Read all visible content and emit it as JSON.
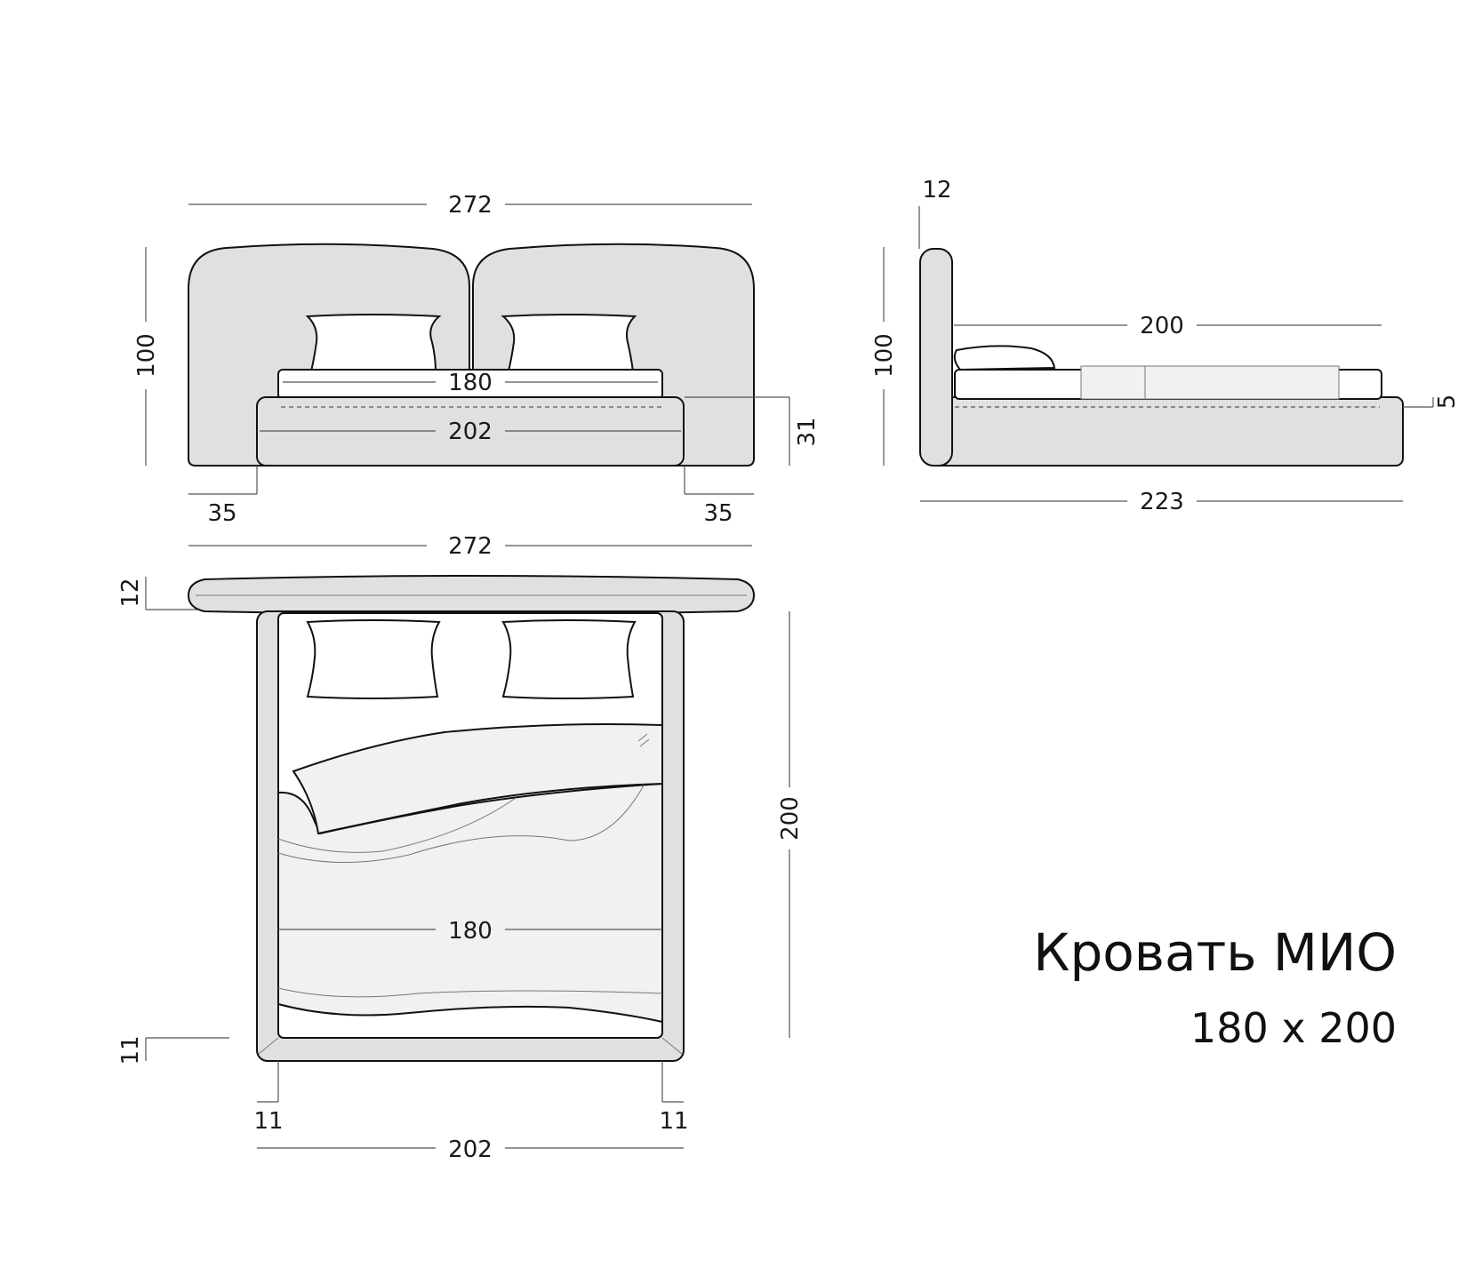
{
  "title": "Кровать МИО",
  "subtitle": "180 x 200",
  "colors": {
    "upholstery": "#e0e0e0",
    "linen": "#f1f1f1",
    "pillow": "#ffffff",
    "outline": "#111111"
  },
  "front_view": {
    "overall_width": "272",
    "headboard_height": "100",
    "mattress_width": "180",
    "base_width": "202",
    "base_height": "31",
    "offset_left": "35",
    "offset_right": "35"
  },
  "side_view": {
    "headboard_thickness": "12",
    "headboard_height": "100",
    "mattress_length": "200",
    "mattress_offset": "5",
    "overall_length": "223"
  },
  "top_view": {
    "overall_width": "272",
    "headboard_depth": "12",
    "mattress_length": "200",
    "mattress_width": "180",
    "frame_end": "11",
    "frame_side_left": "11",
    "frame_side_right": "11",
    "base_width": "202"
  }
}
